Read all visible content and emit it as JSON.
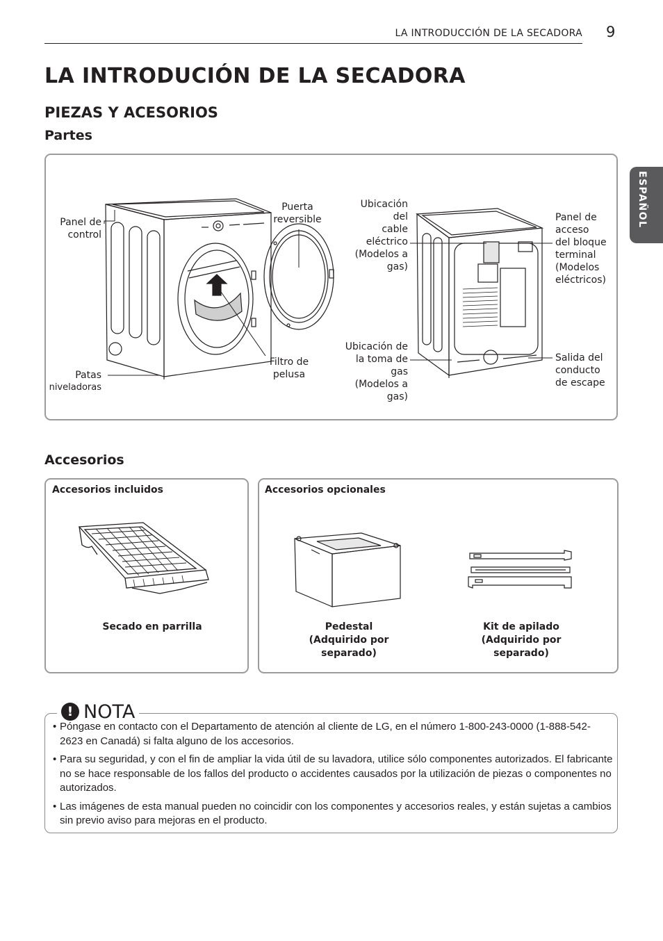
{
  "header": {
    "section_title": "LA INTRODUCCIÓN DE LA SECADORA",
    "page_number": "9",
    "side_tab": "ESPAÑOL"
  },
  "title": "LA INTRODUCIÓN DE LA SECADORA",
  "section": "PIEZAS Y ACESORIOS",
  "parts": {
    "heading": "Partes",
    "labels": {
      "control_panel": "Panel de\ncontrol",
      "reversible_door": "Puerta\nreversible",
      "leveling_feet_1": "Patas",
      "leveling_feet_2": "niveladoras",
      "lint_filter": "Filtro de\npelusa",
      "power_cord": "Ubicación\ndel\ncable\neléctrico\n(Modelos a\ngas)",
      "gas_inlet": "Ubicación de\nla toma de\ngas\n(Modelos a\ngas)",
      "terminal_panel": "Panel de\nacceso\ndel bloque\nterminal\n(Modelos\neléctricos)",
      "exhaust": "Salida del\nconducto\nde escape"
    }
  },
  "accessories": {
    "heading": "Accesorios",
    "included": {
      "heading": "Accesorios incluidos",
      "items": [
        "Secado en parrilla"
      ]
    },
    "optional": {
      "heading": "Accesorios opcionales",
      "items": [
        "Pedestal\n(Adquirido por\nseparado)",
        "Kit de apilado\n(Adquirido por\nseparado)"
      ]
    }
  },
  "note": {
    "title": "NOTA",
    "icon": "exclamation-icon",
    "items": [
      "Póngase en contacto con el Departamento de atención al cliente de LG, en el número 1-800-243-0000 (1-888-542-2623 en Canadá) si falta alguno de los accesorios.",
      "Para su seguridad, y con el fin de ampliar la vida útil de su lavadora, utilice sólo componentes autorizados. El fabricante no se hace responsable de los fallos del producto o accidentes causados por la utilización de piezas o componentes no autorizados.",
      "Las imágenes de esta manual pueden no coincidir con los componentes y accesorios reales, y están sujetas a cambios sin previo aviso para mejoras en el producto."
    ]
  }
}
